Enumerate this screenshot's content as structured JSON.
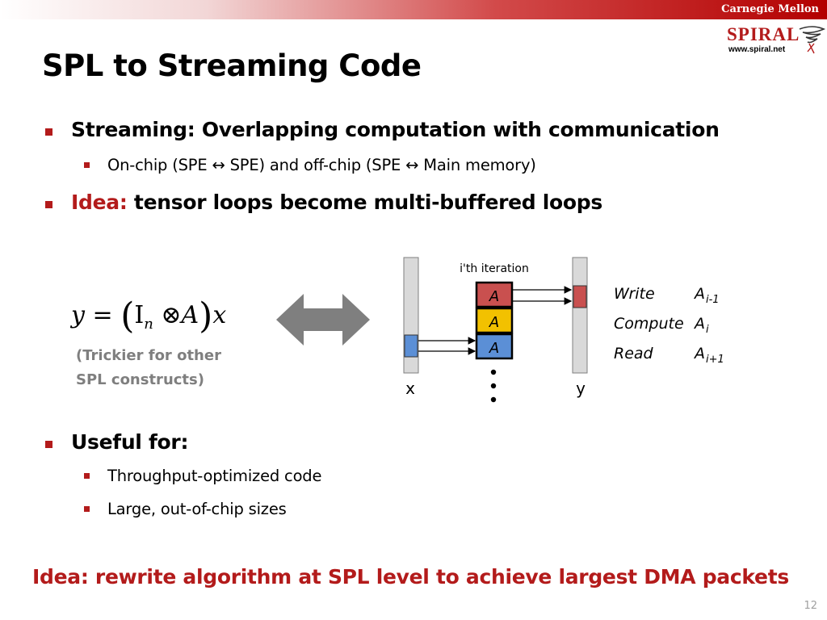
{
  "header": {
    "institution": "Carnegie Mellon",
    "logo_text": "SPIRAL",
    "logo_url": "www.spiral.net"
  },
  "slide": {
    "title": "SPL to Streaming Code",
    "page_number": "12"
  },
  "bullets": {
    "b1": "Streaming: Overlapping computation with communication",
    "b1_sub1": "On-chip (SPE ↔ SPE) and off-chip (SPE ↔ Main memory)",
    "b2_prefix": "Idea:",
    "b2_rest": " tensor loops become multi-buffered loops",
    "b3": "Useful for:",
    "b3_sub1": "Throughput-optimized code",
    "b3_sub2": "Large, out-of-chip sizes"
  },
  "formula": {
    "lhs": "y",
    "eq": "=",
    "identity": "I",
    "identity_sub": "n",
    "op": "⊗",
    "matrix": "A",
    "vector": "x"
  },
  "note": {
    "line1": "(Trickier for other",
    "line2": "SPL constructs)"
  },
  "diagram": {
    "iteration_label": "i'th iteration",
    "block_label": "A",
    "x_label": "x",
    "y_label": "y",
    "colors": {
      "buffer_red": "#c9504f",
      "buffer_yellow": "#f2c100",
      "buffer_blue": "#5b8fd6",
      "bar_gray": "#d9d9d9",
      "arrow_gray": "#7f7f7f"
    },
    "steps": [
      {
        "action": "Write",
        "target": "A",
        "sub": "i-1"
      },
      {
        "action": "Compute",
        "target": "A",
        "sub": "i"
      },
      {
        "action": "Read",
        "target": "A",
        "sub": "i+1"
      }
    ]
  },
  "conclusion": "Idea: rewrite algorithm at SPL level to achieve largest DMA packets"
}
